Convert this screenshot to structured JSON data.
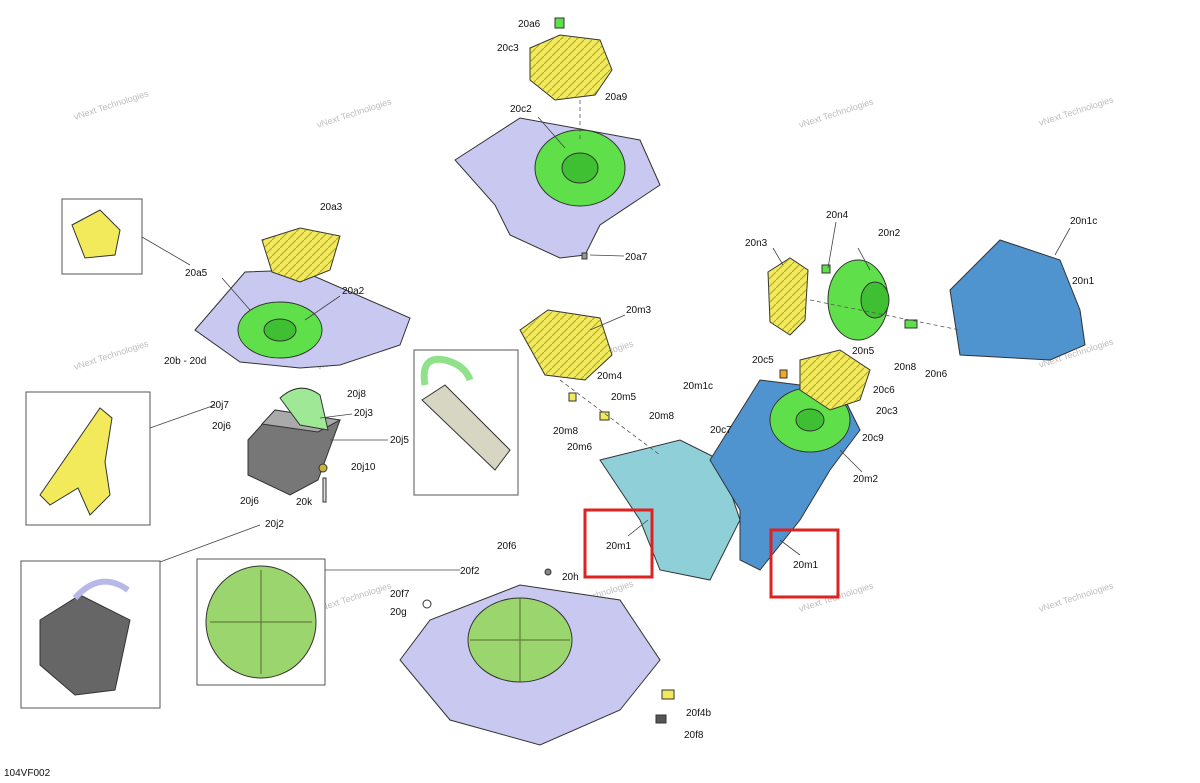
{
  "figure_id": "104VF002",
  "watermark_text": "vNext Technologies",
  "colors": {
    "yellow_part": "#f2ea5a",
    "green_part": "#5fe04a",
    "lavender_part": "#c8c8f0",
    "blue_part": "#4f93cf",
    "cyan_part": "#8fd0d8",
    "highlight_red": "#d22222"
  },
  "labels": {
    "l20a6": "20a6",
    "l20c3": "20c3",
    "l20a9": "20a9",
    "l20c2": "20c2",
    "l20a7": "20a7",
    "l20a3": "20a3",
    "l20a5": "20a5",
    "l20a2": "20a2",
    "l20b20d": "20b - 20d",
    "l20j8": "20j8",
    "l20j7": "20j7",
    "l20j3": "20j3",
    "l20j6a": "20j6",
    "l20j5": "20j5",
    "l20j10": "20j10",
    "l20j6b": "20j6",
    "l20k": "20k",
    "l20j2": "20j2",
    "l20m3": "20m3",
    "l20m4": "20m4",
    "l20m5": "20m5",
    "l20m8a": "20m8",
    "l20m8b": "20m8",
    "l20m6": "20m6",
    "l20m1a": "20m1",
    "l20m1b": "20m1",
    "l20m2": "20m2",
    "l20n4": "20n4",
    "l20n3": "20n3",
    "l20n2": "20n2",
    "l20n1c": "20n1c",
    "l20n1": "20n1",
    "l20c5": "20c5",
    "l20n5": "20n5",
    "l20n8": "20n8",
    "l20n6": "20n6",
    "l20m1c": "20m1c",
    "l20c6": "20c6",
    "l20c3b": "20c3",
    "l20c7": "20c7",
    "l20c9": "20c9",
    "l20f6": "20f6",
    "l20f2": "20f2",
    "l20h": "20h",
    "l20f7": "20f7",
    "l20g": "20g",
    "l20f4b": "20f4b",
    "l20f8": "20f8"
  }
}
